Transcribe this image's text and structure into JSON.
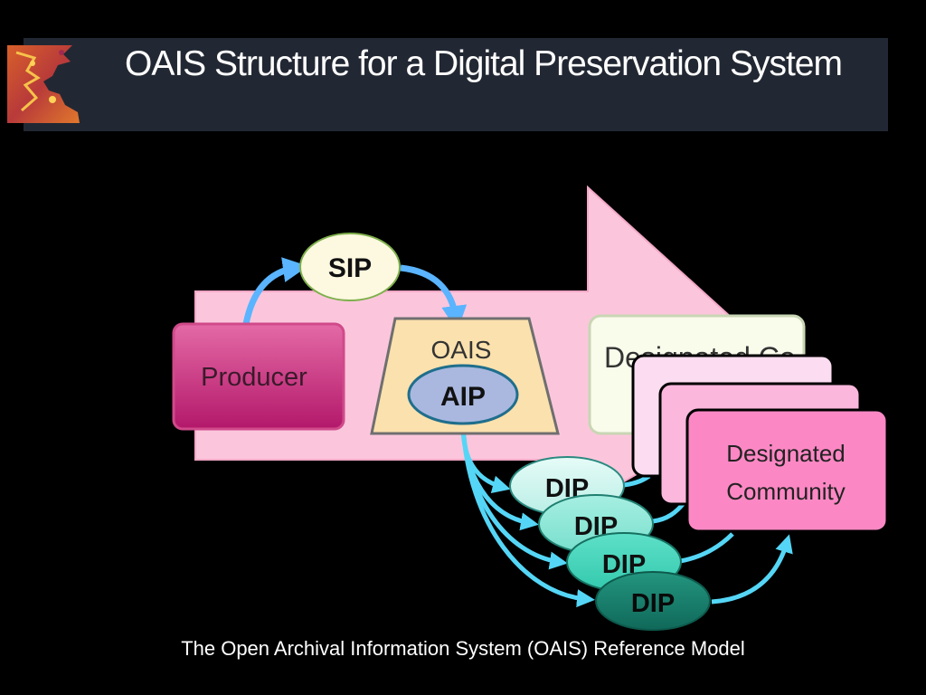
{
  "slide": {
    "title": "OAIS Structure for  a Digital Preservation System",
    "caption": "The Open Archival Information System (OAIS) Reference Model"
  },
  "diagram": {
    "producer": "Producer",
    "sip": "SIP",
    "oais": "OAIS",
    "aip": "AIP",
    "dip": [
      "DIP",
      "DIP",
      "DIP",
      "DIP"
    ],
    "community_back": "Designated Co",
    "community_front": [
      "Designated",
      "Community"
    ]
  }
}
